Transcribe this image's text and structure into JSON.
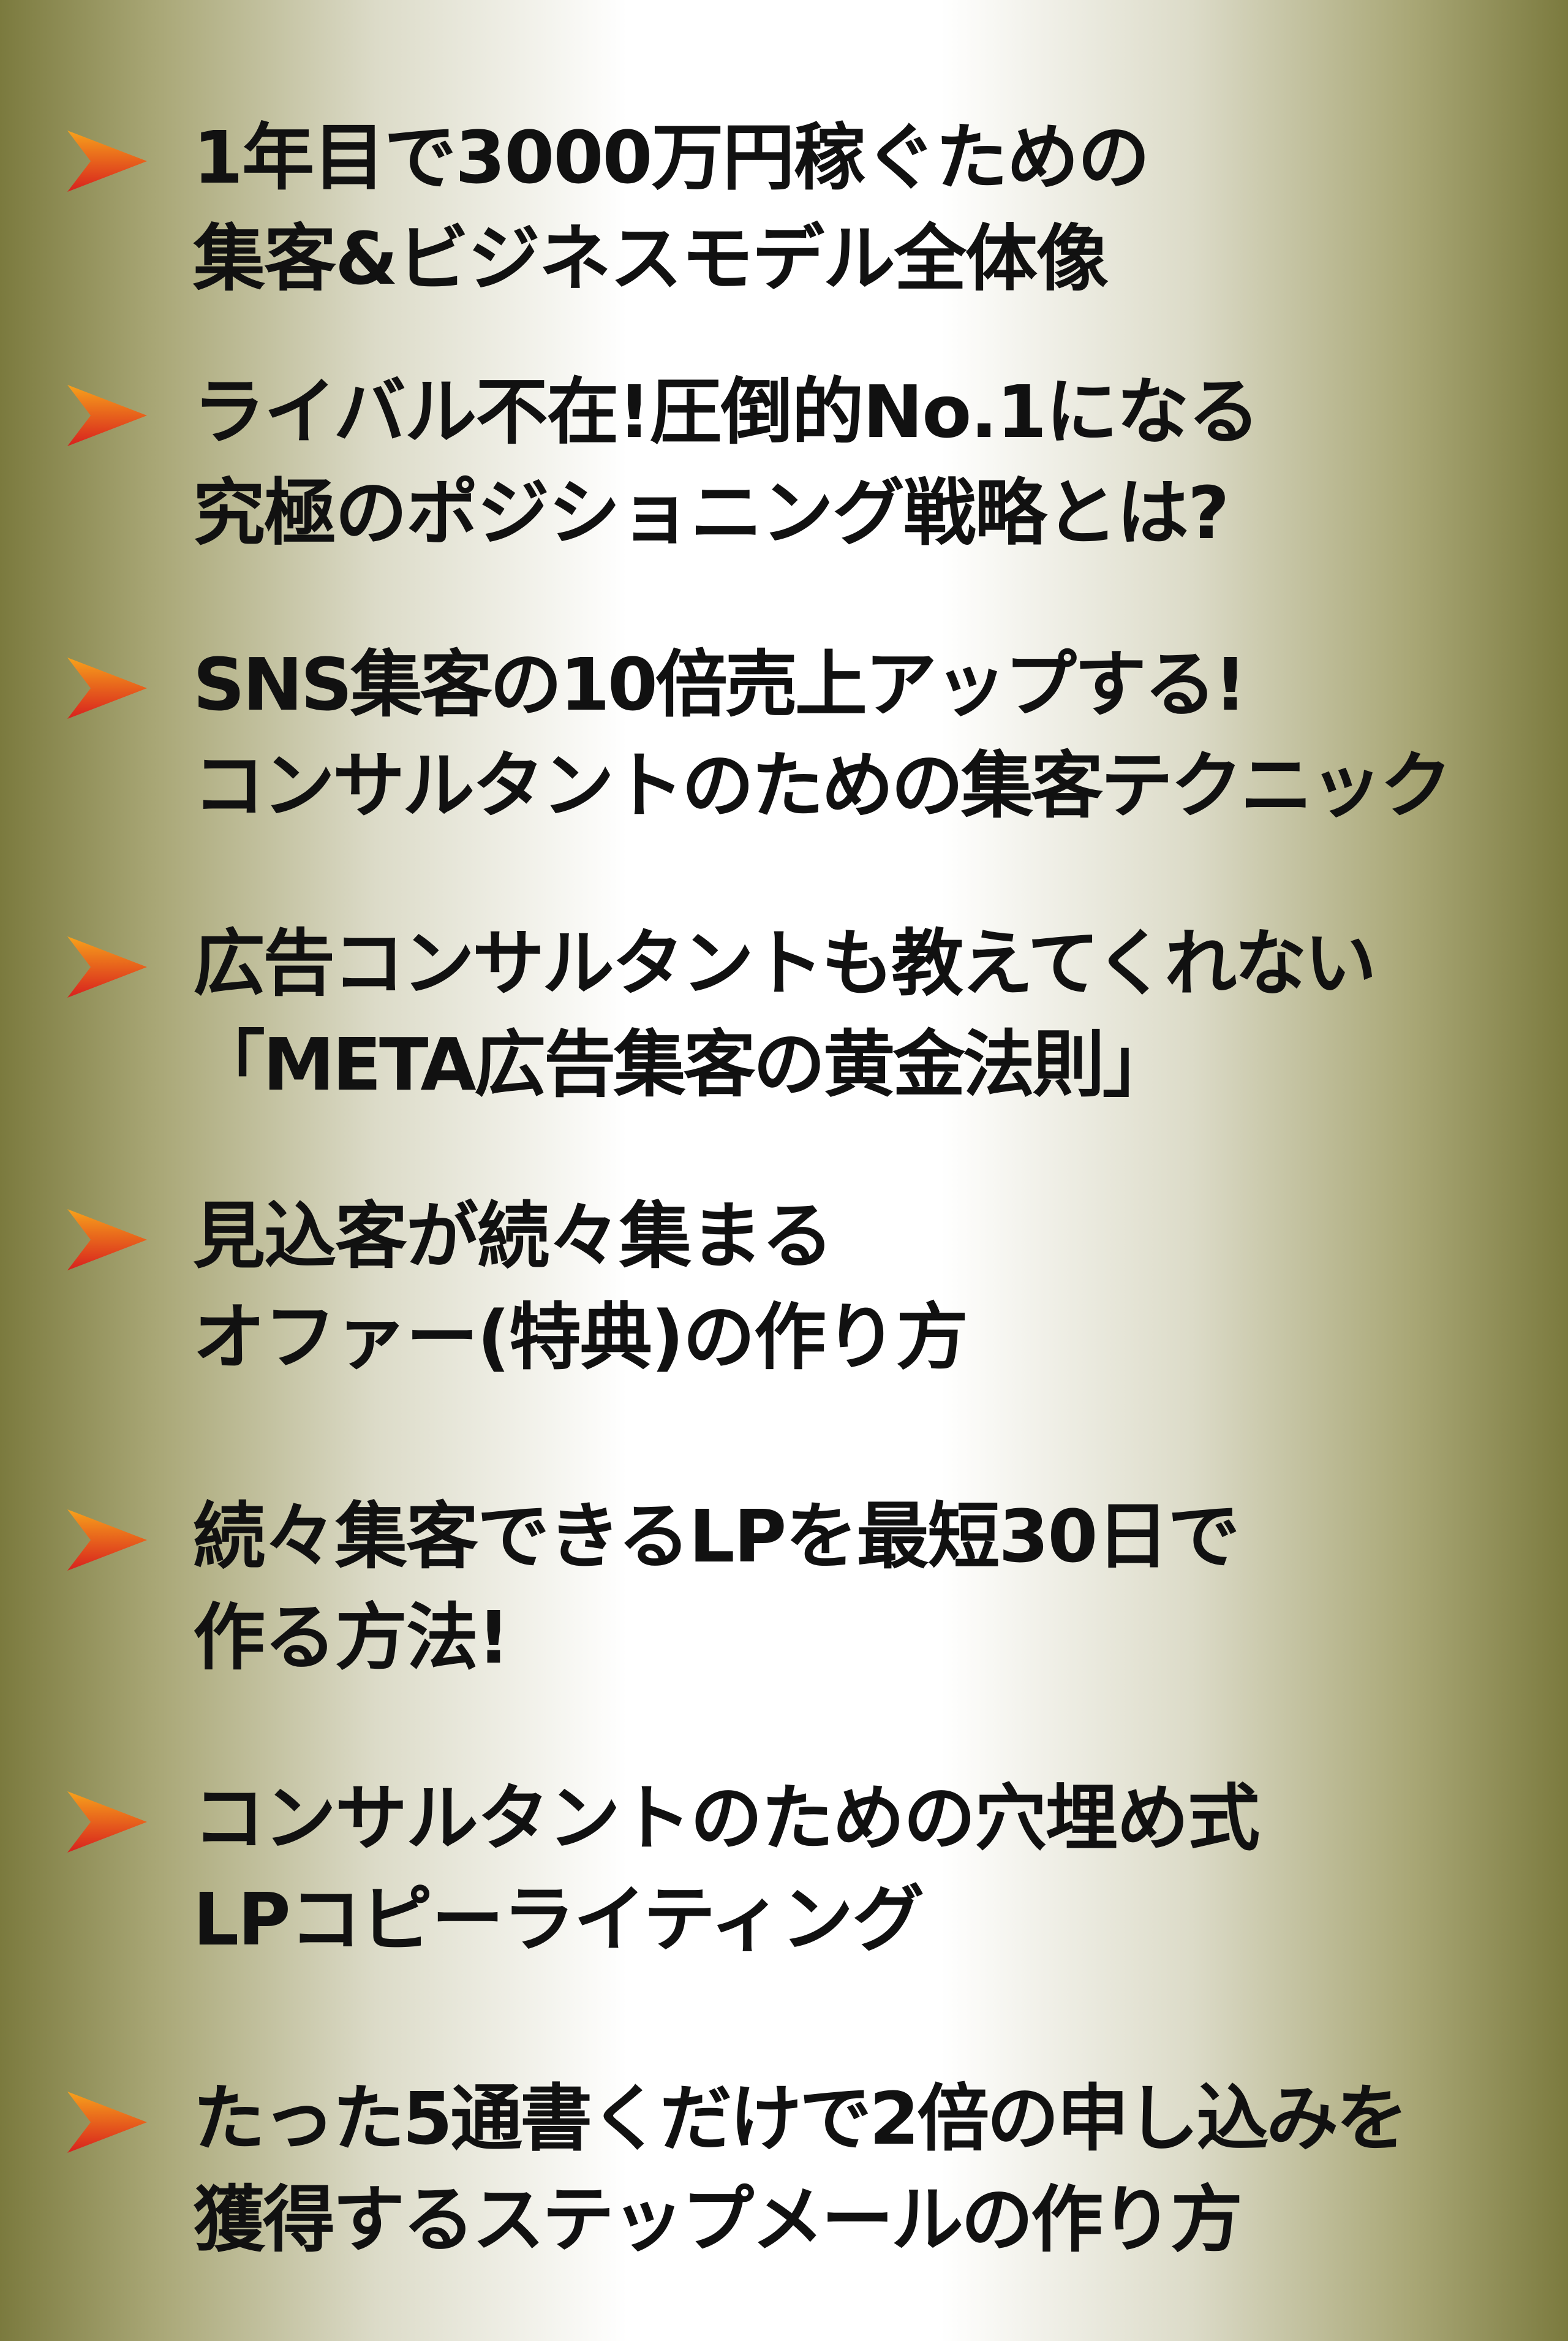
{
  "colors": {
    "text": "#111111",
    "arrow_top": "#f7a21b",
    "arrow_bottom": "#d7201e",
    "background_edge": "#7b7a3e",
    "background_center": "#ffffff"
  },
  "bullet_icon": "triangle-arrow-icon",
  "items": [
    {
      "line1": "1年目で3000万円稼ぐための",
      "line2": "集客&ビジネスモデル全体像"
    },
    {
      "line1": "ライバル不在!圧倒的No.1になる",
      "line2": "究極のポジショニング戦略とは?"
    },
    {
      "line1": "SNS集客の10倍売上アップする!",
      "line2": "コンサルタントのための集客テクニック"
    },
    {
      "line1": "広告コンサルタントも教えてくれない",
      "line2": "「META広告集客の黄金法則」"
    },
    {
      "line1": "見込客が続々集まる",
      "line2": "オファー(特典)の作り方"
    },
    {
      "line1": "続々集客できるLPを最短30日で",
      "line2": "作る方法!"
    },
    {
      "line1": "コンサルタントのための穴埋め式",
      "line2": "LPコピーライティング"
    },
    {
      "line1": "たった5通書くだけで2倍の申し込みを",
      "line2": "獲得するステップメールの作り方"
    }
  ]
}
